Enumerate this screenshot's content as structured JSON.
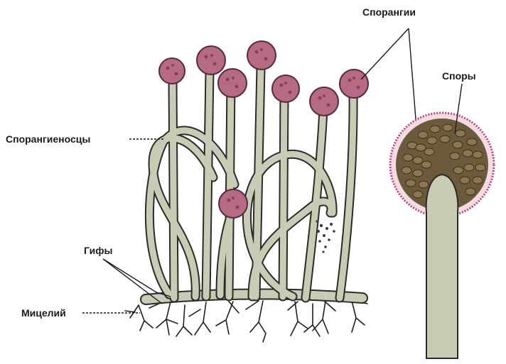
{
  "labels": {
    "sporangia": "Спорангии",
    "spores": "Споры",
    "sporangiophores": "Спорангиеносцы",
    "hyphae": "Гифы",
    "mycelium": "Мицелий"
  },
  "colors": {
    "hypha_fill": "#c9cbb4",
    "hypha_outline": "#2b2b2b",
    "sporangium": "#b56b84",
    "spore": "#6b5a3c",
    "sporangium_wall": "#b8467a",
    "label_text": "#1a1a1a"
  }
}
